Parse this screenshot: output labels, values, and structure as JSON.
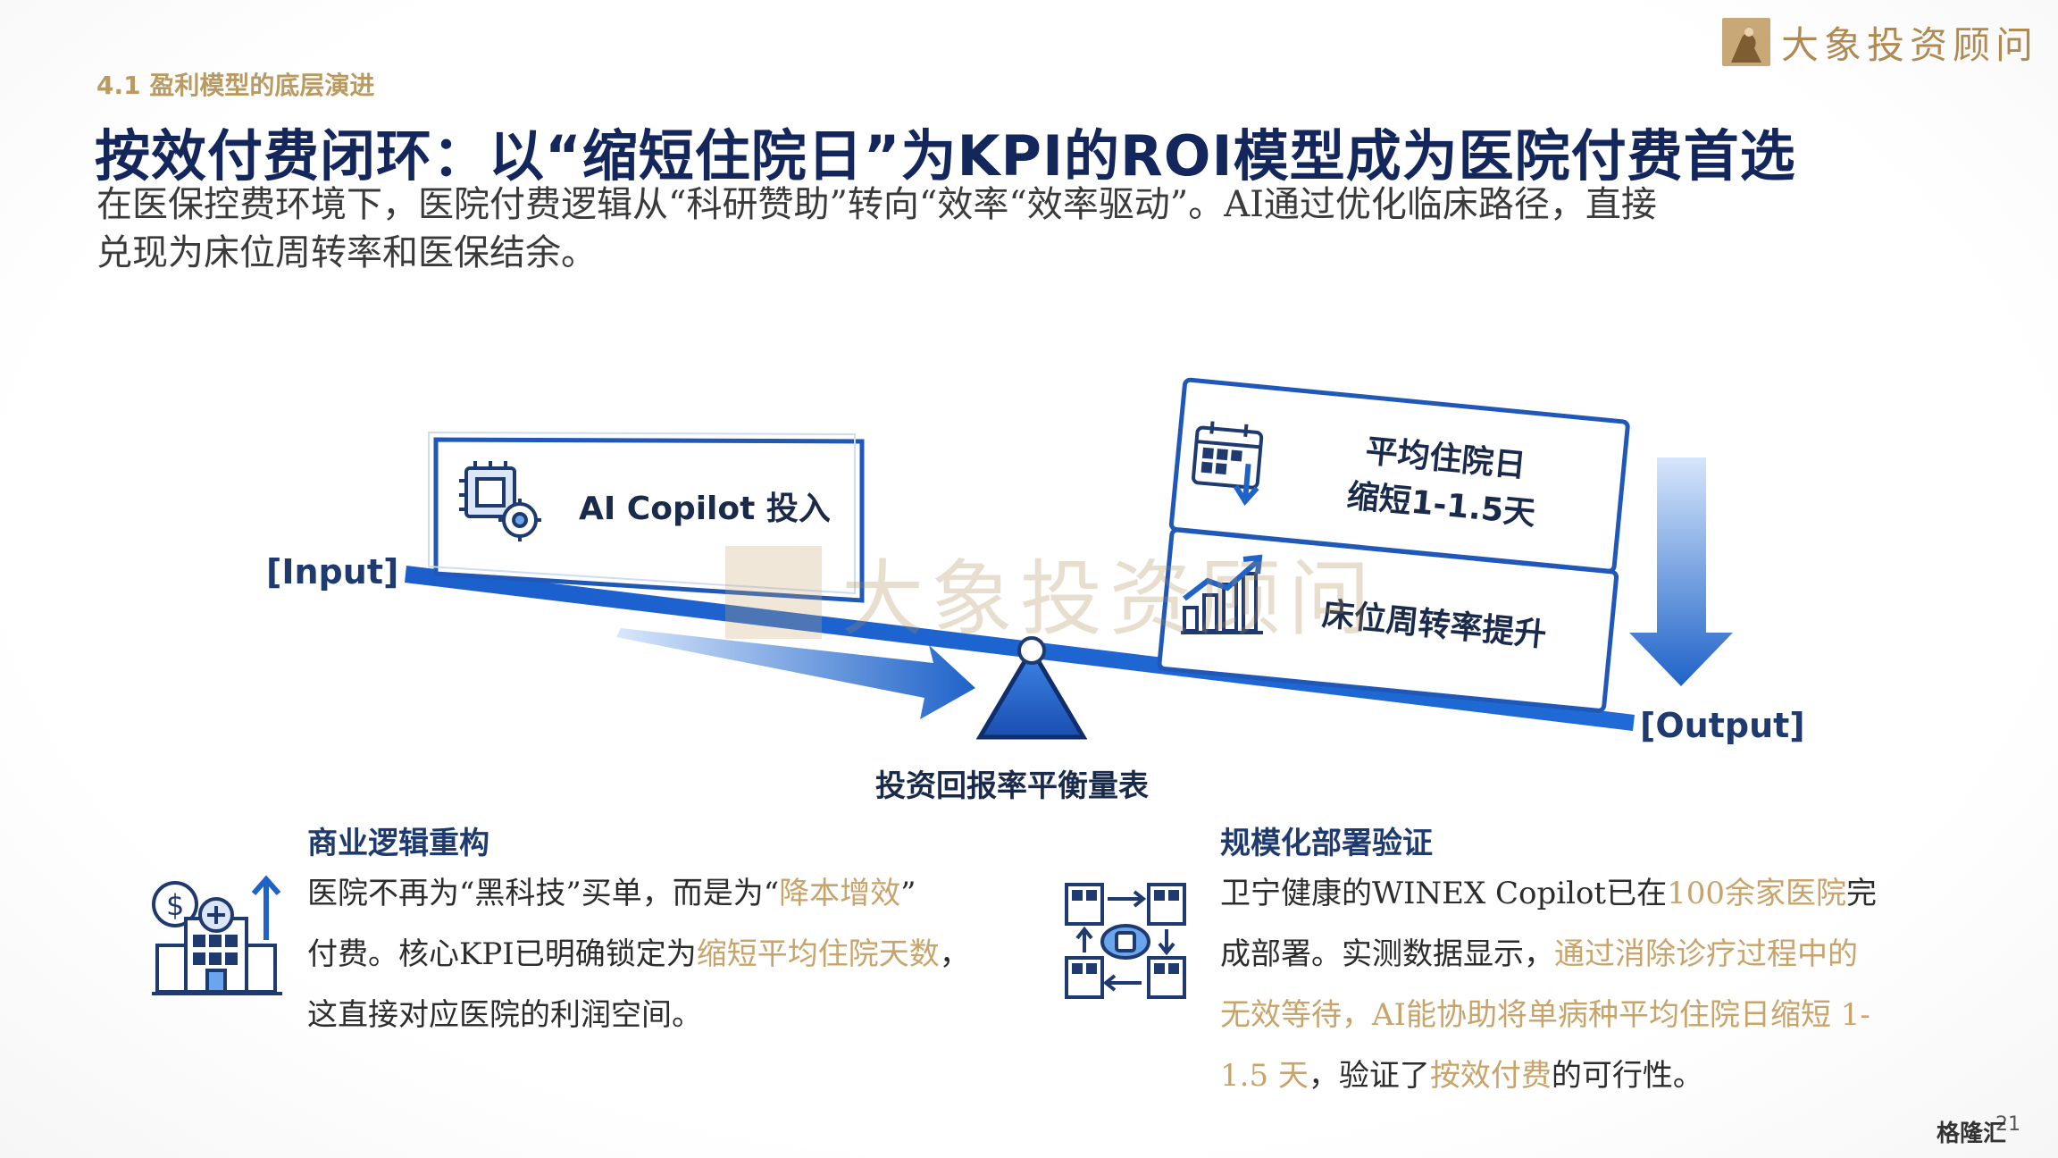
{
  "brand": {
    "name": "大象投资顾问"
  },
  "header": {
    "section_tag": "4.1 盈利模型的底层演进",
    "title": "按效付费闭环：以“缩短住院日”为KPI的ROI模型成为医院付费首选",
    "subtitle_line1": "在医保控费环境下，医院付费逻辑从“科研赞助”转向“效率“效率驱动”。AI通过优化临床路径，直接",
    "subtitle_line2": "兑现为床位周转率和医保结余。"
  },
  "diagram": {
    "input_label": "[Input]",
    "output_label": "[Output]",
    "copilot_box": "AI Copilot 投入",
    "box1_line1": "平均住院日",
    "box1_line2": "缩短1-1.5天",
    "box2": "床位周转率提升",
    "fulcrum_caption": "投资回报率平衡量表",
    "colors": {
      "primary": "#1f63c9",
      "dark": "#1e3a6e",
      "light": "#6aa6ee"
    }
  },
  "left": {
    "heading": "商业逻辑重构",
    "line1_a": "医院不再为“黑科技”买单，而是为“",
    "line1_b": "降本增效",
    "line1_c": "”",
    "line2_a": "付费。核心KPI已明确锁定为",
    "line2_b": "缩短平均住院天数",
    "line2_c": "，",
    "line3": "这直接对应医院的利润空间。"
  },
  "right": {
    "heading": "规模化部署验证",
    "line1_a": "卫宁健康的WINEX Copilot已在",
    "line1_b": "100余家医院",
    "line1_c": "完",
    "line2_a": "成部署。实测数据显示，",
    "line2_b": "通过消除诊疗过程中的",
    "line3": "无效等待，AI能协助将单病种平均住院日缩短 1-",
    "line4_a": "1.5 天",
    "line4_b": "，验证了",
    "line4_c": "按效付费",
    "line4_d": "的可行性。"
  },
  "footer": {
    "page": "21",
    "corner": "格隆汇"
  },
  "watermark": {
    "text": "大象投资顾问"
  }
}
